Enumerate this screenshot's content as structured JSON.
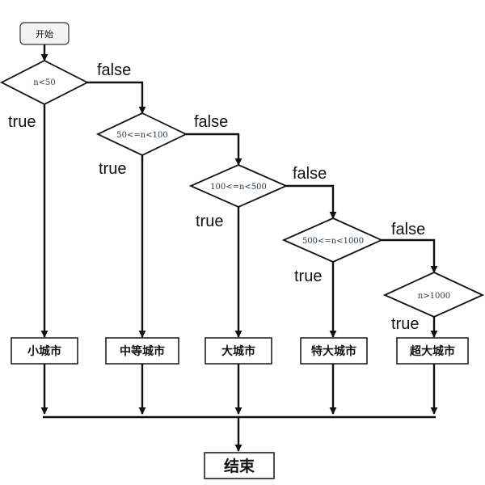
{
  "start": {
    "label": "开始"
  },
  "conditions": [
    {
      "label": "n<50"
    },
    {
      "label": "50<=n<100"
    },
    {
      "label": "100<=n<500"
    },
    {
      "label": "500<=n<1000"
    },
    {
      "label": "n>1000"
    }
  ],
  "branch_labels": {
    "true": "true",
    "false": "false"
  },
  "results": [
    {
      "label": "小城市"
    },
    {
      "label": "中等城市"
    },
    {
      "label": "大城市"
    },
    {
      "label": "特大城市"
    },
    {
      "label": "超大城市"
    }
  ],
  "end": {
    "label": "结束"
  }
}
